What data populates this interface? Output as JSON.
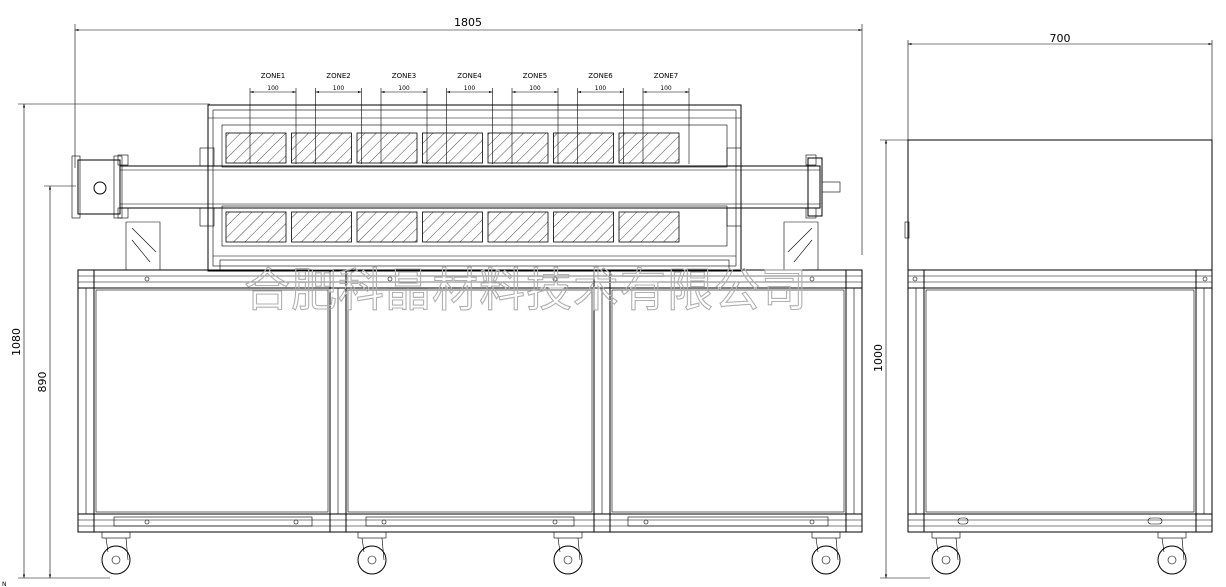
{
  "dimensions": {
    "overall_length": "1805",
    "side_depth": "700",
    "total_height": "1080",
    "tube_axis_height": "890",
    "side_height": "1000"
  },
  "zones": [
    {
      "label": "ZONE1",
      "length": "100"
    },
    {
      "label": "ZONE2",
      "length": "100"
    },
    {
      "label": "ZONE3",
      "length": "100"
    },
    {
      "label": "ZONE4",
      "length": "100"
    },
    {
      "label": "ZONE5",
      "length": "100"
    },
    {
      "label": "ZONE6",
      "length": "100"
    },
    {
      "label": "ZONE7",
      "length": "100"
    }
  ],
  "watermark": "合肥科晶材料技术有限公司",
  "corner_mark": "N"
}
